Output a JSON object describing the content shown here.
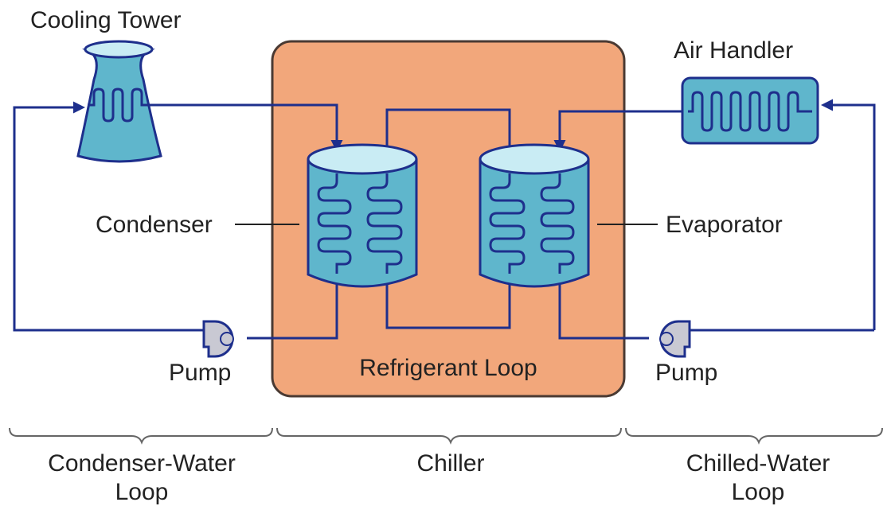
{
  "labels": {
    "cooling_tower": "Cooling Tower",
    "air_handler": "Air Handler",
    "condenser": "Condenser",
    "evaporator": "Evaporator",
    "pump_left": "Pump",
    "pump_right": "Pump",
    "refrigerant_loop": "Refrigerant Loop"
  },
  "sections": {
    "condenser_water": {
      "line1": "Condenser-Water",
      "line2": "Loop"
    },
    "chiller": {
      "line1": "Chiller"
    },
    "chilled_water": {
      "line1": "Chilled-Water",
      "line2": "Loop"
    }
  },
  "colors": {
    "pipe": "#1e2f8c",
    "chiller_fill": "#f2a77b",
    "chiller_stroke": "#4a3a33",
    "tank_fill": "#5fb6cc",
    "tank_top": "#c9ecf4",
    "tower_fill": "#5fb6cc",
    "pump_fill": "#c9c9d3"
  }
}
